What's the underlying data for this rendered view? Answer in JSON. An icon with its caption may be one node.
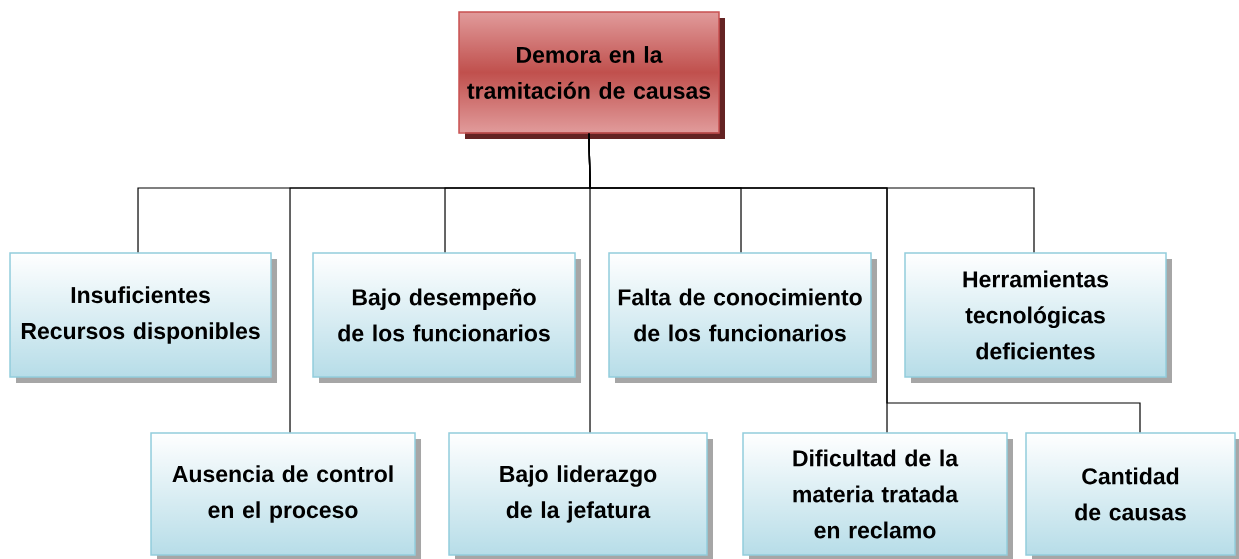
{
  "diagram": {
    "nodes": [
      {
        "text": [
          "Demora en la tramitación de causas"
        ]
      },
      {
        "text": [
          "Insuficientes Recursos disponibles"
        ]
      },
      {
        "text": [
          "Bajo desempeño de los funcionarios"
        ]
      },
      {
        "text": [
          "Falta de conocimiento de los funcionarios"
        ]
      },
      {
        "text": [
          "Herramientas tecnológicas deficientes"
        ]
      },
      {
        "text": [
          "Ausencia de control en el proceso"
        ]
      },
      {
        "text": [
          "Bajo liderazgo de la jefatura"
        ]
      },
      {
        "text": [
          "Dificultad de la materia tratada en reclamo"
        ]
      },
      {
        "text": [
          "Cantidad de causas"
        ]
      }
    ],
    "edges": [
      {
        "from": 0,
        "to": 1,
        "arrow": "none"
      },
      {
        "from": 0,
        "to": 2,
        "arrow": "none"
      },
      {
        "from": 0,
        "to": 3,
        "arrow": "none"
      },
      {
        "from": 0,
        "to": 4,
        "arrow": "none"
      },
      {
        "from": 0,
        "to": 5,
        "arrow": "none"
      },
      {
        "from": 0,
        "to": 6,
        "arrow": "none"
      },
      {
        "from": 0,
        "to": 7,
        "arrow": "none"
      },
      {
        "from": 0,
        "to": 8,
        "arrow": "none"
      }
    ]
  }
}
